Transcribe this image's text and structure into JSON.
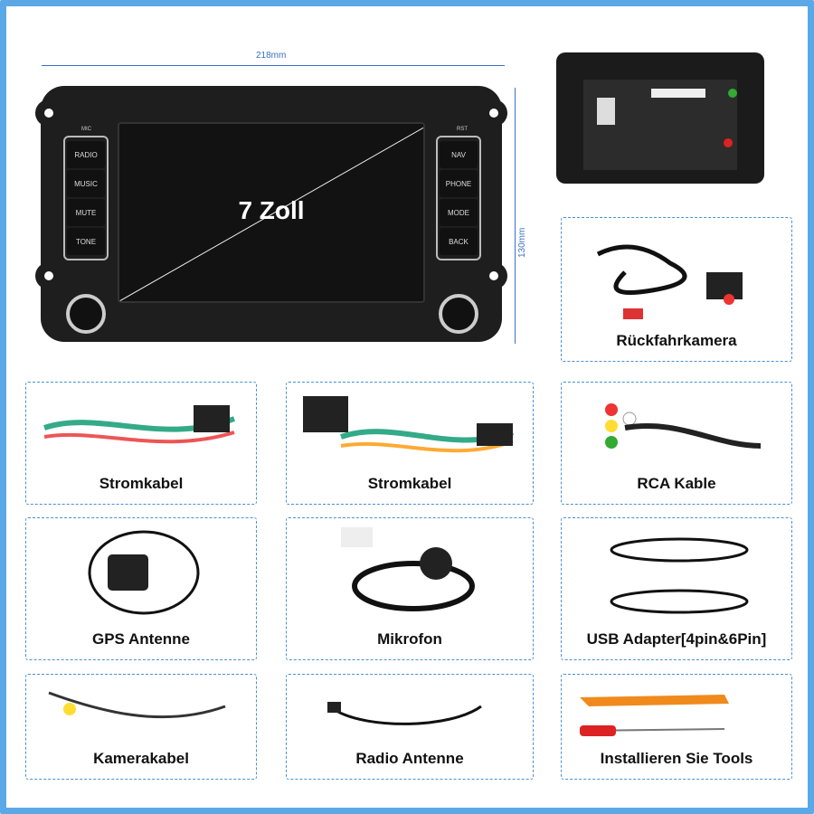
{
  "dimensions": {
    "width": "218mm",
    "height": "130mm"
  },
  "head_unit": {
    "screen_size": "7 Zoll",
    "mic": "MIC",
    "rst": "RST",
    "left_buttons": [
      "RADIO",
      "MUSIC",
      "MUTE",
      "TONE"
    ],
    "right_buttons": [
      "NAV",
      "PHONE",
      "MODE",
      "BACK"
    ]
  },
  "accessories": [
    "Rückfahrkamera",
    "Stromkabel",
    "Stromkabel",
    "RCA Kable",
    "GPS Antenne",
    "Mikrofon",
    "USB Adapter[4pin&6Pin]",
    "Kamerakabel",
    "Radio Antenne",
    "Installieren Sie Tools"
  ],
  "colors": {
    "frame": "#5aa9e6",
    "dim": "#3a6fc4"
  }
}
